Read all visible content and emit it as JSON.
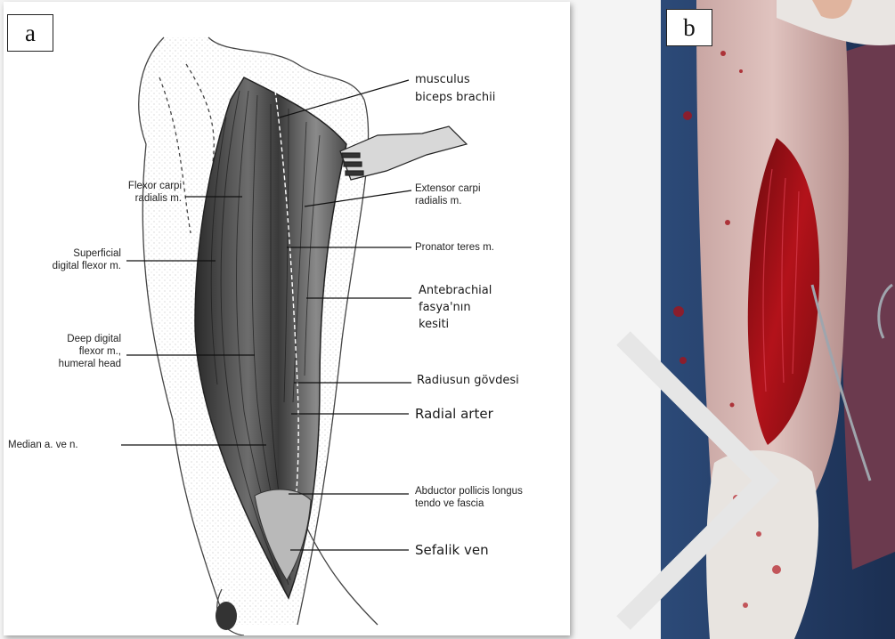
{
  "panels": {
    "a": {
      "letter": "a"
    },
    "b": {
      "letter": "b"
    }
  },
  "labels": {
    "biceps": "musculus\nbiceps brachii",
    "flexor_carpi_radialis": "Flexor carpi\nradialis m.",
    "extensor_carpi_radialis": "Extensor carpi\nradialis m.",
    "superficial_digital_flexor": "Superficial\ndigital flexor m.",
    "pronator_teres": "Pronator teres m.",
    "antebrachial_fascia": "Antebrachial\nfasya'nın\nkesiti",
    "deep_digital_flexor": "Deep digital\nflexor m.,\nhumeral head",
    "radius_body": "Radiusun gövdesi",
    "radial_artery": "Radial arter",
    "median": "Median a.  ve n.",
    "abductor_pollicis": "Abductor pollicis longus\ntendo   ve  fascia",
    "cephalic_vein": "Sefalik ven"
  }
}
